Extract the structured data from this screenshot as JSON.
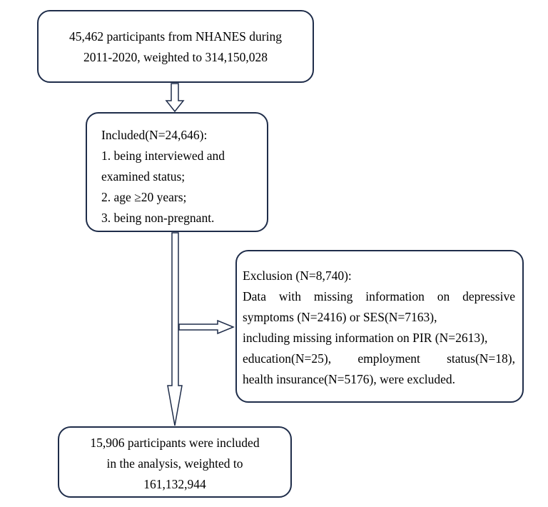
{
  "boxes": {
    "source": {
      "lines": [
        "45,462 participants from NHANES during",
        "2011-2020, weighted to 314,150,028"
      ]
    },
    "included": {
      "lines": [
        "Included(N=24,646):",
        "1. being interviewed and",
        "examined status;",
        "2. age ≥20 years;",
        "3. being non-pregnant."
      ]
    },
    "exclusion": {
      "lines": [
        "Exclusion (N=8,740):",
        "Data with missing information on depressive",
        "symptoms (N=2416) or SES(N=7163),",
        "including missing information on PIR (N=2613),",
        "education(N=25), employment status(N=18),",
        "health insurance(N=5176), were excluded."
      ]
    },
    "final": {
      "lines": [
        "15,906 participants were included",
        "in the analysis, weighted to",
        "161,132,944"
      ]
    }
  }
}
